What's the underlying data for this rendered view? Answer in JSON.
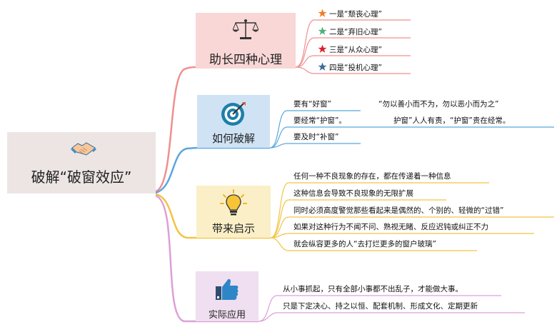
{
  "central": {
    "title": "破解“破窗效应”",
    "icon": "handshake-icon"
  },
  "branches": [
    {
      "label": "助长四种心理",
      "icon": "scales-icon",
      "color": "#f08f8f",
      "items": [
        {
          "text": "一是“颓丧心理”",
          "star_color": "#f07c2a"
        },
        {
          "text": "二是“弃旧心理”",
          "star_color": "#4fb07a"
        },
        {
          "text": "三是“从众心理”",
          "star_color": "#d9232d"
        },
        {
          "text": "四是“投机心理”",
          "star_color": "#3f6d98"
        }
      ]
    },
    {
      "label": "如何破解",
      "icon": "target-icon",
      "color": "#5aa7dd",
      "items": [
        {
          "text": "要有“好窗”",
          "extra": "“勿以善小而不为，勿以恶小而为之”"
        },
        {
          "text": "要经常“护窗”。",
          "extra": "护窗”人人有责，“护窗”贵在经常。"
        },
        {
          "text": "要及时“补窗”"
        }
      ]
    },
    {
      "label": "带来启示",
      "icon": "lightbulb-icon",
      "color": "#f3c343",
      "items": [
        {
          "text": "任何一种不良现象的存在，都在传递着一种信息"
        },
        {
          "text": "这种信息会导致不良现象的无限扩展"
        },
        {
          "text": "同时必须高度警觉那些看起来是偶然的、个别的、轻微的“过错”"
        },
        {
          "text": "如果对这种行为不闻不问、熟视无睹、反应迟钝或纠正不力"
        },
        {
          "text": "就会纵容更多的人“去打烂更多的窗户玻璃”"
        }
      ]
    },
    {
      "label": "实际应用",
      "icon": "thumbs-up-icon",
      "color": "#dd9fd9",
      "items": [
        {
          "text": "从小事抓起，只有全部小事都不出乱子，才能做大事。"
        },
        {
          "text": "只是下定决心、持之以恒、配套机制、形成文化、定期更新"
        }
      ]
    }
  ]
}
